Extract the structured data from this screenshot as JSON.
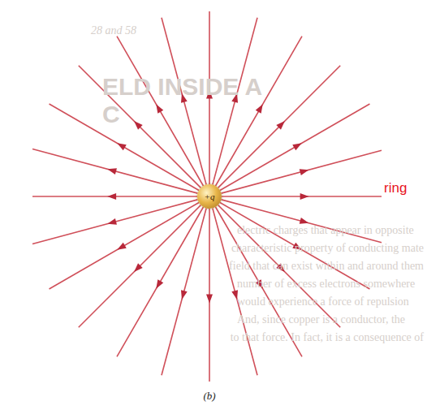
{
  "diagram": {
    "nodes": [
      {
        "text": [
          "+q"
        ]
      }
    ],
    "labels": [
      "(b)",
      "ring",
      "28 and 58",
      "ELD INSIDE A",
      "C",
      "electric charges that appear in opposite",
      "characteristic property of conducting mate",
      "field that can exist within and around them",
      "number of excess electrons somewhere",
      "would experience a force of repulsion",
      "And, since copper is a conductor, the",
      "to that force. In fact, it is a consequence of"
    ]
  }
}
